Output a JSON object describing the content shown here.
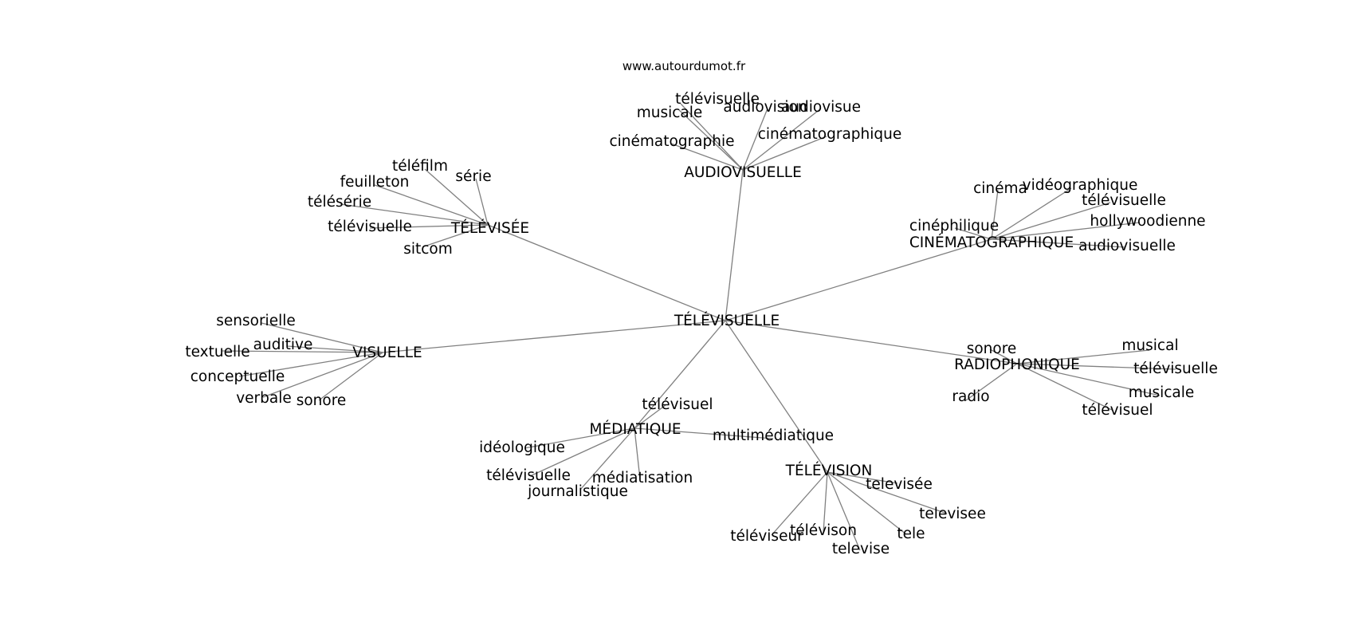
{
  "watermark": "www.autourdumot.fr",
  "graph": {
    "center": "TÉLÉVISUELLE",
    "hubs": [
      {
        "label": "AUDIOVISUELLE",
        "leaves": [
          "télévisuelle",
          "musicale",
          "audiovision",
          "audiovisue",
          "cinématographie",
          "cinématographique"
        ]
      },
      {
        "label": "TÉLÉVISÉE",
        "leaves": [
          "téléfilm",
          "série",
          "feuilleton",
          "télésérie",
          "télévisuelle",
          "sitcom"
        ]
      },
      {
        "label": "CINÉMATOGRAPHIQUE",
        "leaves": [
          "cinéma",
          "vidéographique",
          "télévisuelle",
          "cinéphilique",
          "hollywoodienne",
          "audiovisuelle"
        ]
      },
      {
        "label": "VISUELLE",
        "leaves": [
          "sensorielle",
          "auditive",
          "textuelle",
          "conceptuelle",
          "verbale",
          "sonore"
        ]
      },
      {
        "label": "RADIOPHONIQUE",
        "leaves": [
          "sonore",
          "musical",
          "télévisuelle",
          "radio",
          "musicale",
          "télévisuel"
        ]
      },
      {
        "label": "MÉDIATIQUE",
        "leaves": [
          "télévisuel",
          "idéologique",
          "multimédiatique",
          "télévisuelle",
          "médiatisation",
          "journalistique"
        ]
      },
      {
        "label": "TÉLÉVISION",
        "leaves": [
          "televisée",
          "televisee",
          "téléviseur",
          "télévison",
          "tele",
          "televise"
        ]
      }
    ]
  }
}
